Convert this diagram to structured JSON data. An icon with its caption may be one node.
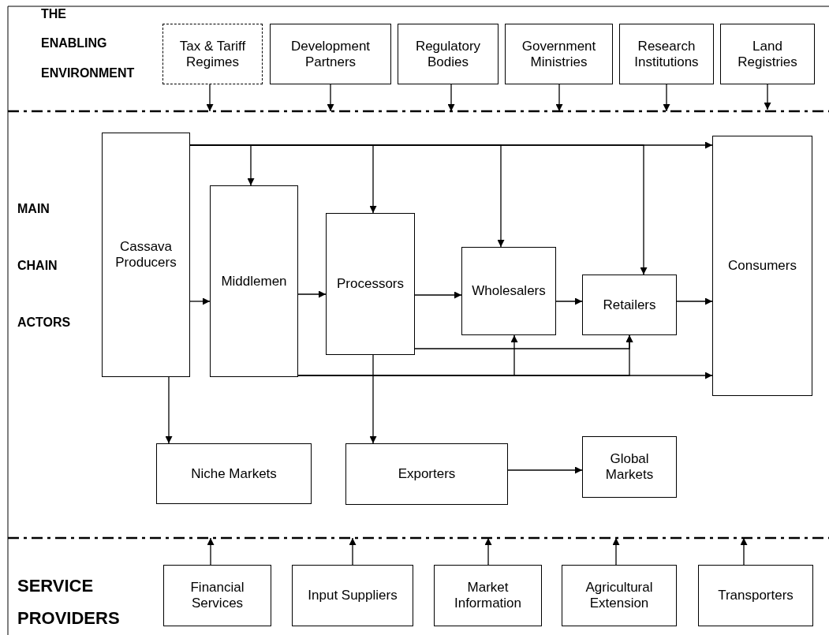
{
  "diagram": {
    "nodes": [
      {
        "text": [
          "Tax & Tariff Regimes"
        ]
      },
      {
        "text": [
          "Development Partners"
        ]
      },
      {
        "text": [
          "Regulatory Bodies"
        ]
      },
      {
        "text": [
          "Government Ministries"
        ]
      },
      {
        "text": [
          "Research Institutions"
        ]
      },
      {
        "text": [
          "Land Registries"
        ]
      },
      {
        "text": [
          "Cassava Producers"
        ]
      },
      {
        "text": [
          "Middlemen"
        ]
      },
      {
        "text": [
          "Processors"
        ]
      },
      {
        "text": [
          "Wholesalers"
        ]
      },
      {
        "text": [
          "Retailers"
        ]
      },
      {
        "text": [
          "Consumers"
        ]
      },
      {
        "text": [
          "Niche Markets"
        ]
      },
      {
        "text": [
          "Exporters"
        ]
      },
      {
        "text": [
          "Global Markets"
        ]
      },
      {
        "text": [
          "Financial Services"
        ]
      },
      {
        "text": [
          "Input Suppliers"
        ]
      },
      {
        "text": [
          "Market Information"
        ]
      },
      {
        "text": [
          "Agricultural Extension"
        ]
      },
      {
        "text": [
          "Transporters"
        ]
      }
    ],
    "edges": [
      {
        "from": 0,
        "to": null,
        "arrow": "to"
      },
      {
        "from": 1,
        "to": null,
        "arrow": "to"
      },
      {
        "from": 2,
        "to": null,
        "arrow": "to"
      },
      {
        "from": 3,
        "to": null,
        "arrow": "to"
      },
      {
        "from": 4,
        "to": null,
        "arrow": "to"
      },
      {
        "from": 5,
        "to": null,
        "arrow": "to"
      },
      {
        "from": 6,
        "to": 11,
        "arrow": "to"
      },
      {
        "from": 6,
        "to": 7,
        "arrow": "to"
      },
      {
        "from": 6,
        "to": 8,
        "arrow": "to"
      },
      {
        "from": 6,
        "to": 9,
        "arrow": "to"
      },
      {
        "from": 6,
        "to": 10,
        "arrow": "to"
      },
      {
        "from": 6,
        "to": 7,
        "arrow": "to"
      },
      {
        "from": 7,
        "to": 8,
        "arrow": "to"
      },
      {
        "from": 8,
        "to": 9,
        "arrow": "to"
      },
      {
        "from": 9,
        "to": 10,
        "arrow": "to"
      },
      {
        "from": 10,
        "to": 11,
        "arrow": "to"
      },
      {
        "from": 8,
        "to": 10,
        "arrow": "to"
      },
      {
        "from": 7,
        "to": 11,
        "arrow": "to"
      },
      {
        "from": 7,
        "to": 9,
        "arrow": "to"
      },
      {
        "from": 7,
        "to": 10,
        "arrow": "to"
      },
      {
        "from": 6,
        "to": 12,
        "arrow": "to"
      },
      {
        "from": 8,
        "to": 13,
        "arrow": "to"
      },
      {
        "from": 13,
        "to": 14,
        "arrow": "to"
      },
      {
        "from": 15,
        "to": null,
        "arrow": "to"
      },
      {
        "from": 16,
        "to": null,
        "arrow": "to"
      },
      {
        "from": 17,
        "to": null,
        "arrow": "to"
      },
      {
        "from": 18,
        "to": null,
        "arrow": "to"
      },
      {
        "from": 19,
        "to": null,
        "arrow": "to"
      }
    ],
    "labels": [
      "THE",
      "ENABLING",
      "ENVIRONMENT",
      "MAIN",
      "CHAIN",
      "ACTORS",
      "SERVICE",
      "PROVIDERS"
    ]
  }
}
